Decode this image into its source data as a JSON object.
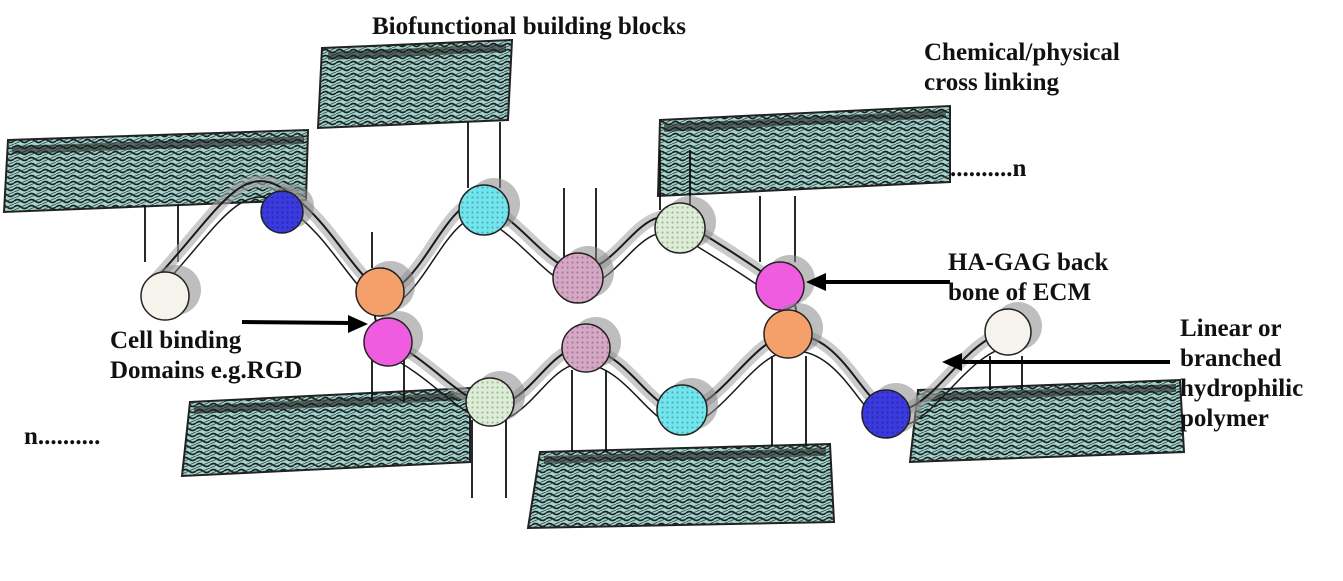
{
  "labels": {
    "building_blocks": "Biofunctional building blocks",
    "crosslinking": [
      "Chemical/physical",
      "cross linking"
    ],
    "n_right": "..........n",
    "backbone": [
      "HA-GAG back",
      "bone of ECM"
    ],
    "cell_binding": [
      "Cell binding",
      "Domains e.g.RGD"
    ],
    "polymer": [
      "Linear or",
      "branched",
      "hydrophilic",
      "polymer"
    ],
    "n_left": "n.........."
  },
  "colors": {
    "stack_dark": "#1e1e1e",
    "stack_light": "#9fd6cf",
    "chain_line": "#1a1a1a",
    "chain_shadow": "#a8a8a8",
    "arrow": "#000000",
    "bead_white": "#f6f2ec",
    "bead_blue": "#3a3ae0",
    "bead_cyan": "#72e6ee",
    "bead_orange": "#f5a06a",
    "bead_pink": "#d7a8c6",
    "bead_green": "#dcefd6",
    "bead_magenta": "#f05ce0"
  }
}
